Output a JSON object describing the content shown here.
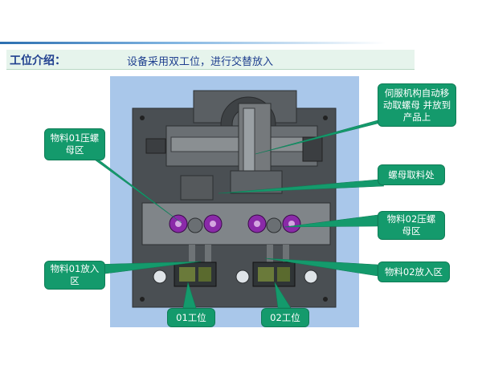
{
  "header": {
    "label": "工位介绍：",
    "text": "设备采用双工位，进行交替放入"
  },
  "callouts": {
    "servo": "伺服机构自动移动取螺母 并放到产品上",
    "nut_pick": "螺母取料处",
    "press01": "物料01压螺母区",
    "press02": "物料02压螺母区",
    "load01": "物料01放入区",
    "load02": "物料02放入区",
    "station01": "01工位",
    "station02": "02工位"
  },
  "colors": {
    "callout": "#149a6c",
    "header_bg": "#e6f4ec",
    "header_text": "#1f3f8f",
    "diagram_bg": "#a9c7ea",
    "plate": "#4f5458",
    "purple_part": "#8a2aa8"
  }
}
